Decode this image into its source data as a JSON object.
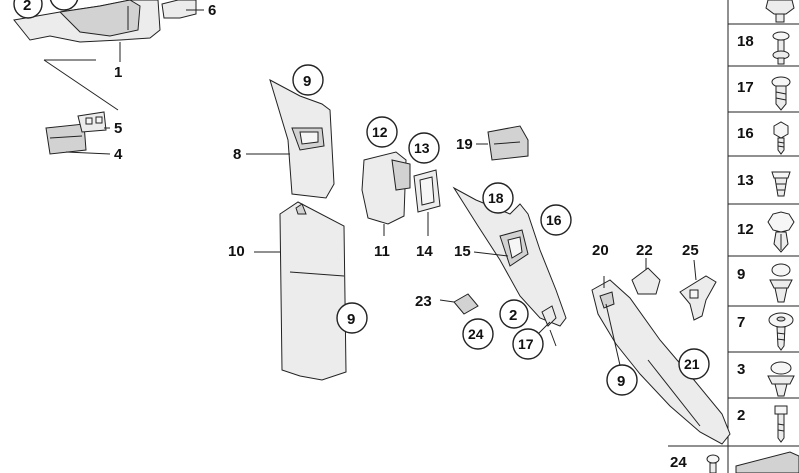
{
  "diagram": {
    "callouts": {
      "c1": "1",
      "c2_top": "2",
      "c4": "4",
      "c5": "5",
      "c6": "6",
      "c8": "8",
      "c9_top": "9",
      "c9_mid": "9",
      "c9_low": "9",
      "c10": "10",
      "c11": "11",
      "c12": "12",
      "c13": "13",
      "c14": "14",
      "c15": "15",
      "c16": "16",
      "c17": "17",
      "c18": "18",
      "c19": "19",
      "c2_mid": "2",
      "c20": "20",
      "c21": "21",
      "c22": "22",
      "c23": "23",
      "c24": "24",
      "c25": "25"
    },
    "fastener_column": [
      {
        "number": "18",
        "icon": "push-pin-icon"
      },
      {
        "number": "17",
        "icon": "spreader-screw-icon"
      },
      {
        "number": "16",
        "icon": "hex-bolt-icon"
      },
      {
        "number": "13",
        "icon": "screw-clip-icon"
      },
      {
        "number": "12",
        "icon": "expanding-rivet-icon"
      },
      {
        "number": "9",
        "icon": "trim-clip-icon"
      },
      {
        "number": "7",
        "icon": "torx-screw-icon"
      },
      {
        "number": "3",
        "icon": "clip-nut-icon"
      },
      {
        "number": "2",
        "icon": "bolt-icon"
      },
      {
        "number": "24",
        "icon": "small-screw-icon"
      }
    ]
  }
}
